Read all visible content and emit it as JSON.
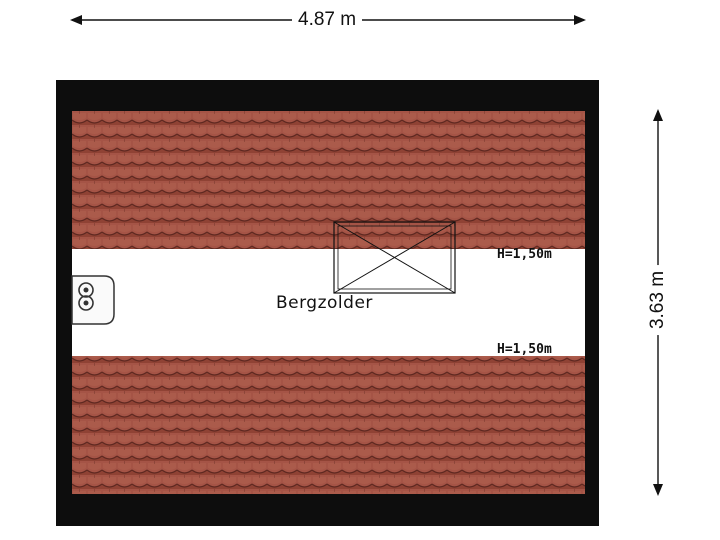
{
  "dimensions": {
    "width_label": "4.87 m",
    "height_label": "3.63 m"
  },
  "room": {
    "name": "Bergzolder"
  },
  "ceiling_heights": {
    "upper": "H=1,50m",
    "lower": "H=1,50m"
  },
  "colors": {
    "wall": "#0d0d0d",
    "roof_tile": "#9a4a3c",
    "floor": "#ffffff",
    "dimension_line": "#111111"
  }
}
